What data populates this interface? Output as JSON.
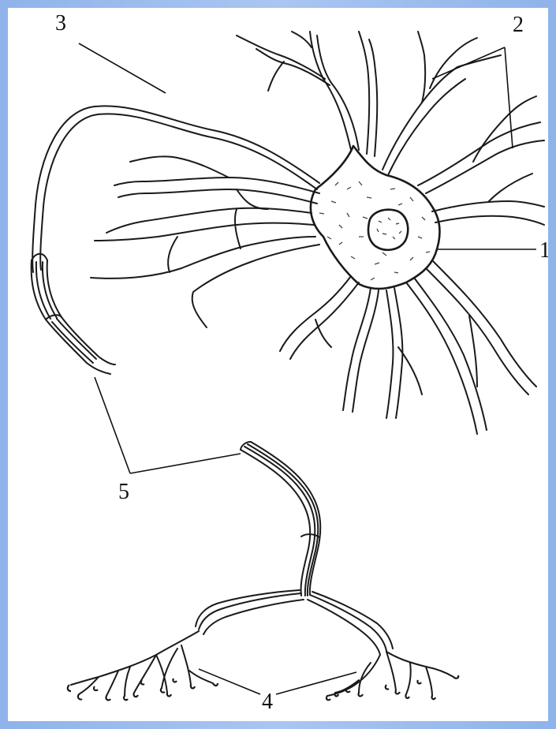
{
  "colors": {
    "background": "#ffffff",
    "frame": "#a9c6f1",
    "ink": "#1a1a1a"
  },
  "labels": {
    "l1": "1",
    "l2": "2",
    "l3": "3",
    "l4": "4",
    "l5": "5"
  }
}
